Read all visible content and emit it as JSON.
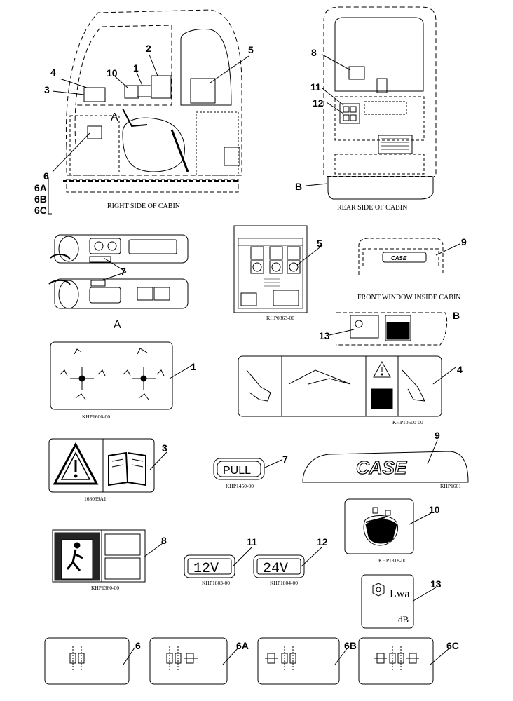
{
  "captions": {
    "right_side": "RIGHT SIDE OF CABIN",
    "rear_side": "REAR SIDE OF CABIN",
    "front_window": "FRONT WINDOW INSIDE CABIN",
    "view_a_label": "A",
    "view_a_caption": "A",
    "view_b_marker": "B",
    "view_b_label": "B"
  },
  "callouts": {
    "c1": "1",
    "c2": "2",
    "c3": "3",
    "c4": "4",
    "c5": "5",
    "c6": "6",
    "c6a": "6A",
    "c6b": "6B",
    "c6c": "6C",
    "c7": "7",
    "c8": "8",
    "c9": "9",
    "c10": "10",
    "c11": "11",
    "c12": "12",
    "c13": "13"
  },
  "part_codes": {
    "d1": "KHP1606-00",
    "d4": "KHP10500-00",
    "d3": "168099A1",
    "d7": "KHP1450-00",
    "d9": "KHP1601",
    "d10": "KHP1818-00",
    "d8": "KHP1360-00",
    "d11": "KHP1803-00",
    "d12": "KHP1804-00",
    "d5": "KHP0863-00"
  },
  "decal_text": {
    "pull": "PULL",
    "v12": "12V",
    "v24": "24V",
    "case_logo": "CASE",
    "lwa": "Lwa",
    "db": "dB"
  },
  "icons": [
    "warning-triangle-icon",
    "book-icon",
    "joystick-pattern-icon",
    "exit-icon",
    "battery-switch-icon",
    "noise-icon"
  ]
}
